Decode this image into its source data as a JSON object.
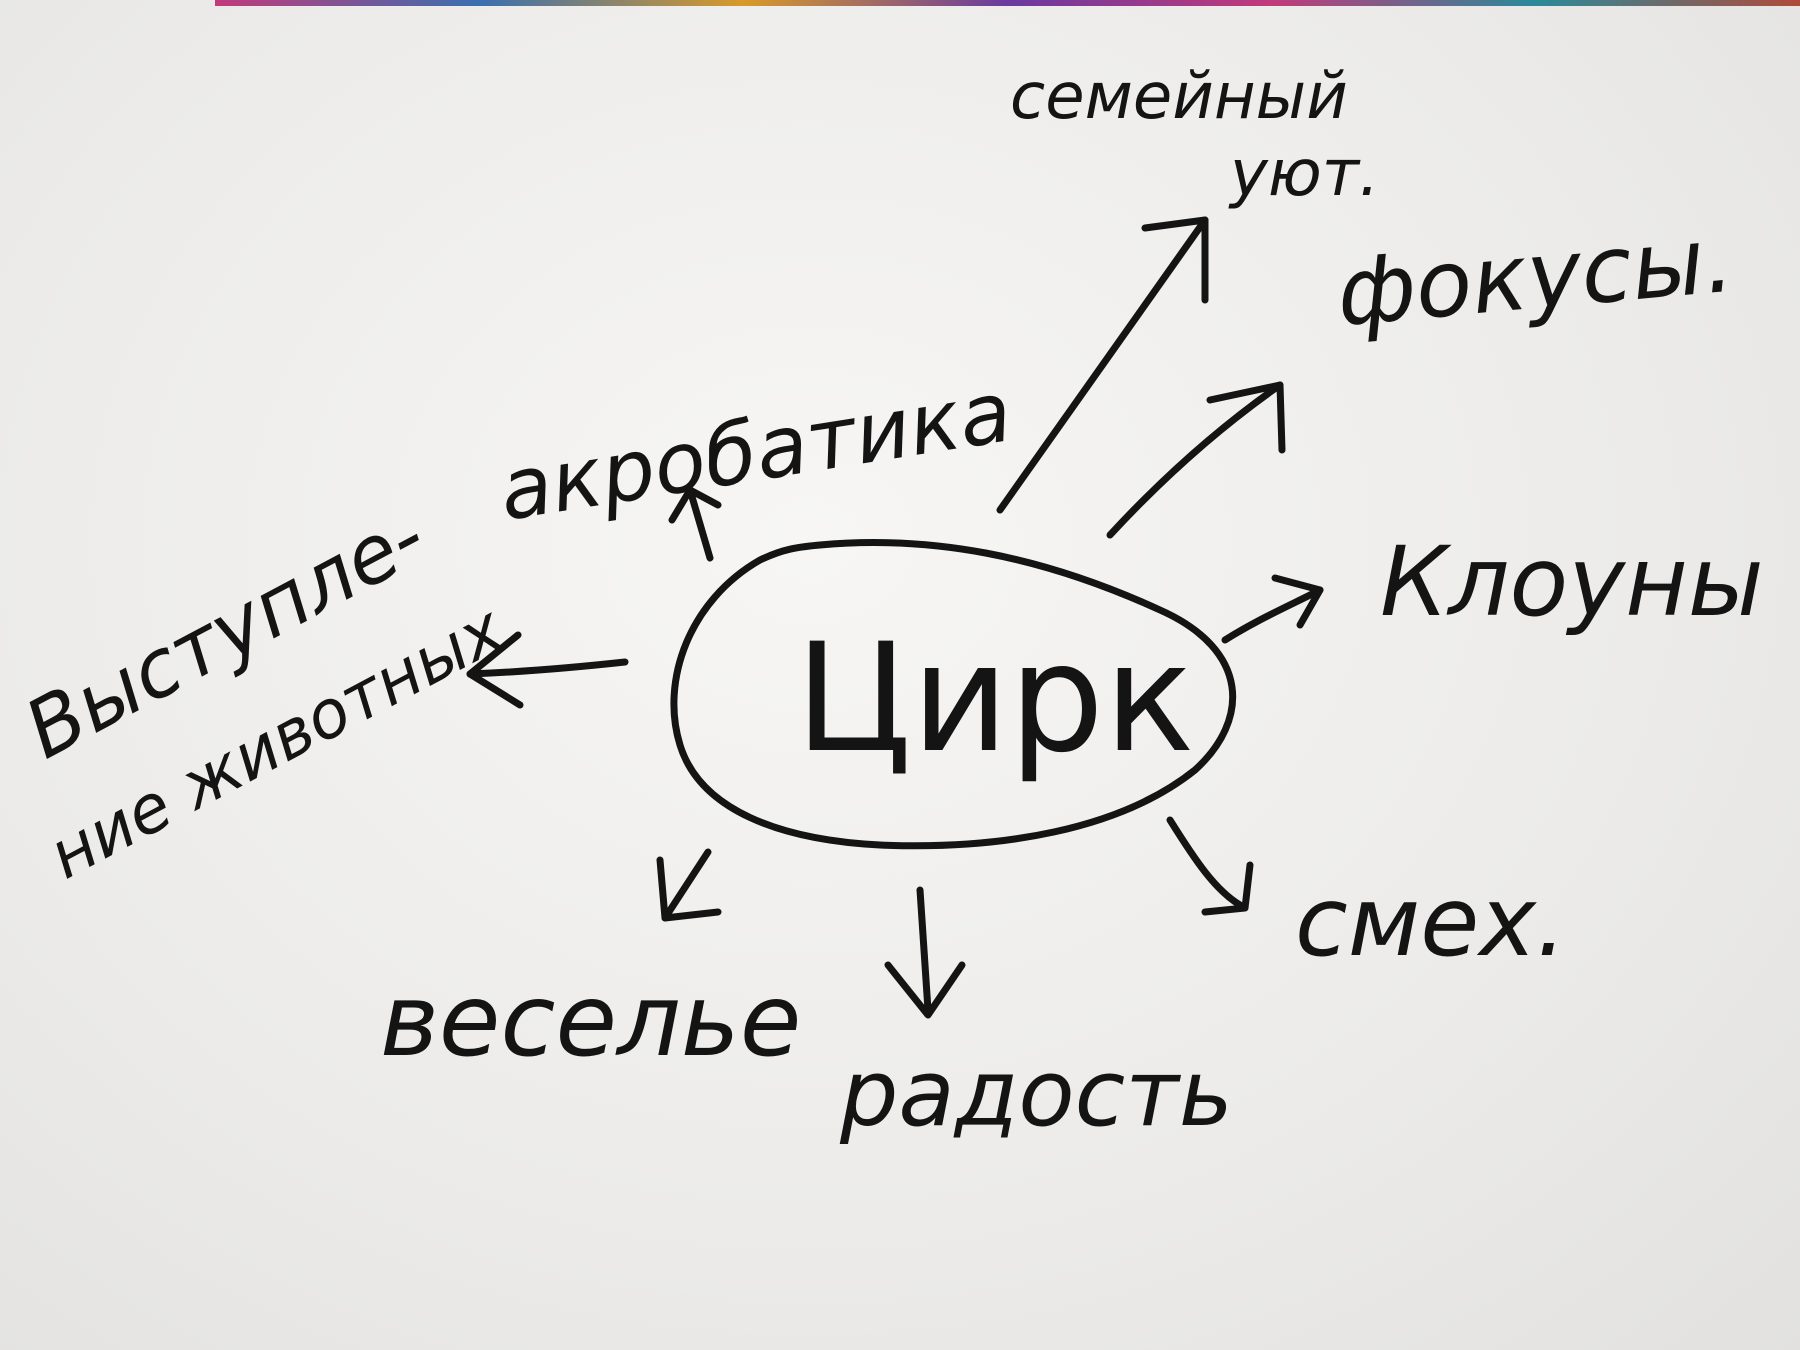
{
  "mindmap": {
    "center": "Цирк",
    "branches": {
      "family": "семейный уют.",
      "tricks": "фокусы.",
      "acrobatics": "акробатика",
      "animals_line1": "Выступле-",
      "animals_line2": "ние животных",
      "clowns": "Клоуны",
      "laughter": "смех.",
      "fun": "веселье",
      "joy": "радость"
    }
  },
  "colors": {
    "ink": "#141414",
    "paper": "#efeeec"
  }
}
